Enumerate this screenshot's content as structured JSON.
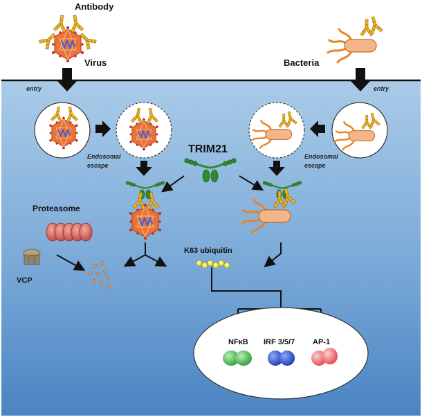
{
  "labels": {
    "antibody": "Antibody",
    "virus": "Virus",
    "bacteria": "Bacteria",
    "entry_left": "entry",
    "entry_right": "entry",
    "escape_left_1": "Endosomal",
    "escape_left_2": "escape",
    "escape_right_1": "Endosomal",
    "escape_right_2": "escape",
    "trim21": "TRIM21",
    "proteasome": "Proteasome",
    "vcp": "VCP",
    "k63": "K63 ubiquitin",
    "nfkb": "NFκB",
    "irf": "IRF 3/5/7",
    "ap1": "AP-1"
  },
  "colors": {
    "cytoplasm_top": "#a9c8e6",
    "cytoplasm_bottom": "#4a86c3",
    "virus_fill": "#e8743a",
    "virus_dots": "#cc2a1c",
    "virus_core": "#3d5fd8",
    "antibody": "#f2b51e",
    "bacteria_body": "#f3b58a",
    "flagella": "#e7851f",
    "trim21": "#2f8a2b",
    "proteasome": "#d2615c",
    "vcp": "#9a8466",
    "ubiquitin": "#f3ee2c",
    "nfkb": "#3fb54b",
    "irf": "#2450c4",
    "ap1": "#ef6a6a"
  }
}
